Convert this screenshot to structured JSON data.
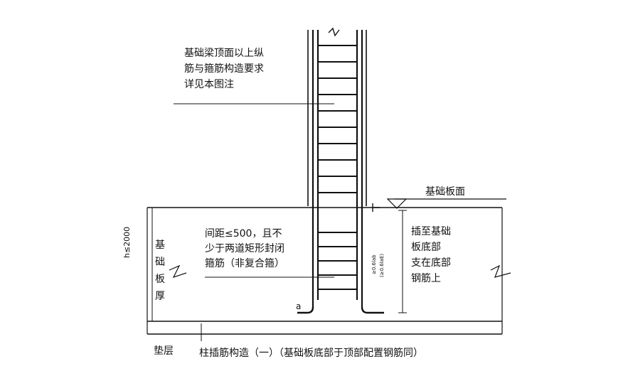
{
  "labels": {
    "note_top_1": "基础梁顶面以上纵",
    "note_top_2": "筋与箍筋构造要求",
    "note_top_3": "详见本图注",
    "board_top": "基础板面",
    "spacing_1": "间距≤500，且不",
    "spacing_2": "少于两道矩形封闭",
    "spacing_3": "箍筋（非复合箍）",
    "right_1": "插至基础",
    "right_2": "板底部",
    "right_3": "支在底部",
    "right_4": "钢筋上",
    "left_1": "基",
    "left_2": "础",
    "left_3": "板",
    "left_4": "厚",
    "h_limit": "h≤2000",
    "anchor_1": "≥0.6lab",
    "anchor_2": "(≥0.6laE)",
    "mark_a": "a",
    "cushion": "垫层",
    "caption": "柱插筋构造（一）（基础板底部于顶部配置钢筋同）"
  },
  "colors": {
    "line": "#111111",
    "background": "#ffffff"
  }
}
